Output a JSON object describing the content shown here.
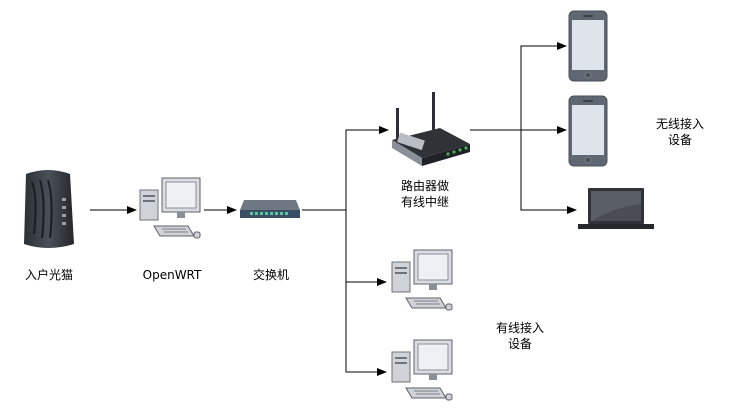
{
  "labels": {
    "modem": "入户光猫",
    "openwrt": "OpenWRT",
    "switch": "交换机",
    "router": "路由器做\n有线中继",
    "wireless": "无线接入\n设备",
    "wired": "有线接入\n设备"
  },
  "icons": {
    "modem": "cable-modem-icon",
    "openwrt": "desktop-computer-icon",
    "switch": "network-switch-icon",
    "router": "wireless-router-icon",
    "phone": "smartphone-icon",
    "laptop": "laptop-icon",
    "pc": "desktop-computer-icon"
  },
  "colors": {
    "line": "#000000",
    "device_dark": "#3b3f44",
    "device_gray": "#8a8f95",
    "screen_light": "#e9ecef",
    "phone_body": "#5f6772",
    "phone_screen": "#dfe4ea",
    "led_green": "#4caf50"
  }
}
